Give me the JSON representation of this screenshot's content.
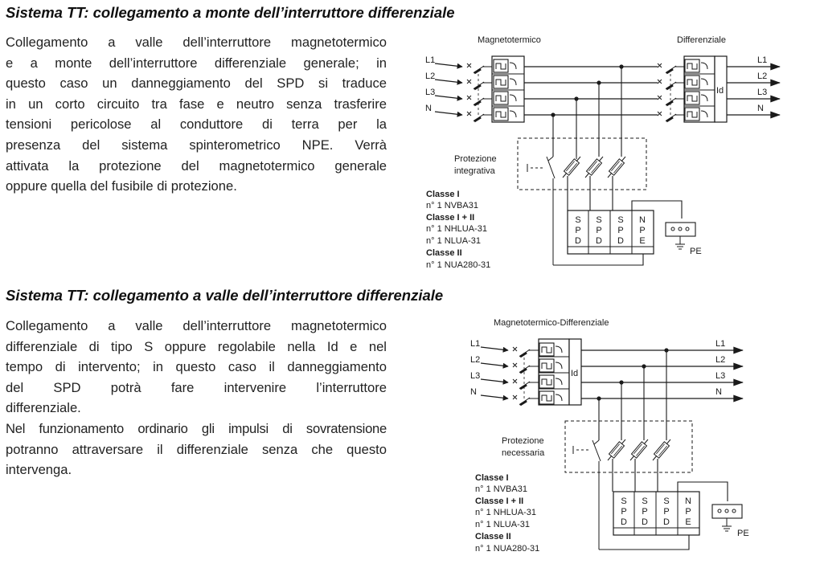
{
  "section1": {
    "title": "Sistema TT: collegamento a monte dell’interruttore differenziale",
    "lines": [
      "Collegamento a valle dell’interruttore magnetotermico",
      "e a monte dell’interruttore differenziale generale; in",
      "questo caso un danneggiamento del SPD si traduce",
      "in un corto circuito tra fase e neutro senza trasferire",
      "tensioni pericolose al conduttore di terra per la",
      "presenza del sistema spinterometrico NPE. Verrà",
      "attivata la protezione del magnetotermico generale",
      "oppure quella del fusibile di protezione."
    ],
    "diagram": {
      "label_left_device": "Magnetotermico",
      "label_right_device": "Differenziale",
      "lines_in": [
        "L1",
        "L2",
        "L3",
        "N"
      ],
      "lines_out": [
        "L1",
        "L2",
        "L3",
        "N"
      ],
      "id_label": "Id",
      "protection_label": [
        "Protezione",
        "integrativa"
      ],
      "spd_modules": [
        "S P D",
        "S P D",
        "S P D",
        "N P E"
      ],
      "pe_label": "PE",
      "classes": [
        {
          "title": "Classe I",
          "items": [
            "n° 1 NVBA31"
          ]
        },
        {
          "title": "Classe I + II",
          "items": [
            "n° 1 NHLUA-31",
            "n° 1 NLUA-31"
          ]
        },
        {
          "title": "Classe II",
          "items": [
            "n° 1 NUA280-31"
          ]
        }
      ]
    }
  },
  "section2": {
    "title": "Sistema TT: collegamento a valle dell’interruttore differenziale",
    "lines": [
      "Collegamento a valle dell’interruttore magnetotermico",
      "differenziale di tipo S oppure regolabile nella Id e nel",
      "tempo di intervento; in questo caso il danneggiamento",
      "del SPD potrà fare intervenire l’interruttore",
      "differenziale.",
      "Nel funzionamento ordinario gli impulsi di sovratensione",
      "potranno attraversare il differenziale senza che questo",
      "intervenga."
    ],
    "diagram": {
      "label_device": "Magnetotermico-Differenziale",
      "lines_in": [
        "L1",
        "L2",
        "L3",
        "N"
      ],
      "lines_out": [
        "L1",
        "L2",
        "L3",
        "N"
      ],
      "id_label": "Id",
      "protection_label": [
        "Protezione",
        "necessaria"
      ],
      "spd_modules": [
        "S P D",
        "S P D",
        "S P D",
        "N P E"
      ],
      "pe_label": "PE",
      "classes": [
        {
          "title": "Classe I",
          "items": [
            "n° 1 NVBA31"
          ]
        },
        {
          "title": "Classe I + II",
          "items": [
            "n° 1 NHLUA-31",
            "n° 1 NLUA-31"
          ]
        },
        {
          "title": "Classe II",
          "items": [
            "n° 1 NUA280-31"
          ]
        }
      ]
    }
  }
}
